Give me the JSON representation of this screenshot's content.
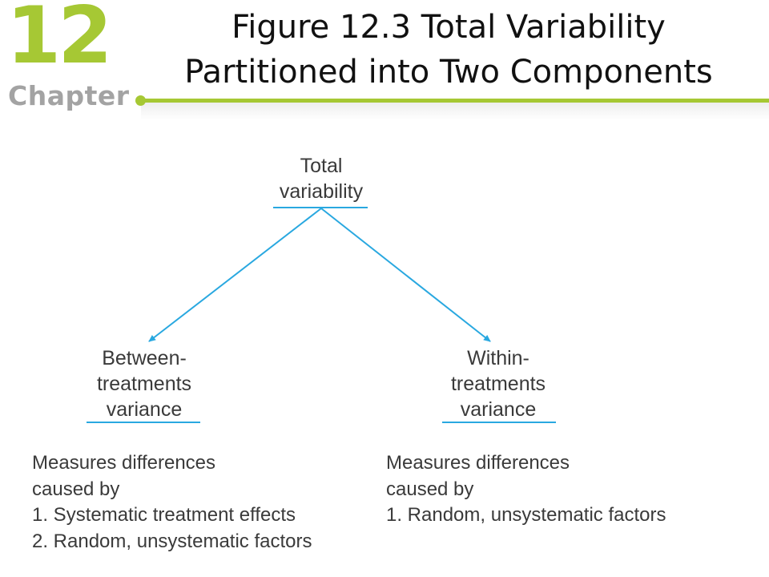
{
  "header": {
    "chapter_number": "12",
    "chapter_word": "Chapter",
    "title_line1": "Figure 12.3  Total Variability",
    "title_line2": "Partitioned into Two Components"
  },
  "diagram": {
    "root": {
      "line1": "Total",
      "line2": "variability"
    },
    "left": {
      "line1": "Between-",
      "line2": "treatments",
      "line3": "variance",
      "description": [
        "Measures differences",
        "caused by",
        "1. Systematic treatment effects",
        "2. Random, unsystematic factors"
      ]
    },
    "right": {
      "line1": "Within-",
      "line2": "treatments",
      "line3": "variance",
      "description": [
        "Measures differences",
        "caused by",
        "1. Random, unsystematic factors"
      ]
    }
  },
  "colors": {
    "accent_green": "#a6c834",
    "chapter_gray": "#a3a3a3",
    "arrow_blue": "#29a8e0",
    "text": "#3a3a3a"
  }
}
